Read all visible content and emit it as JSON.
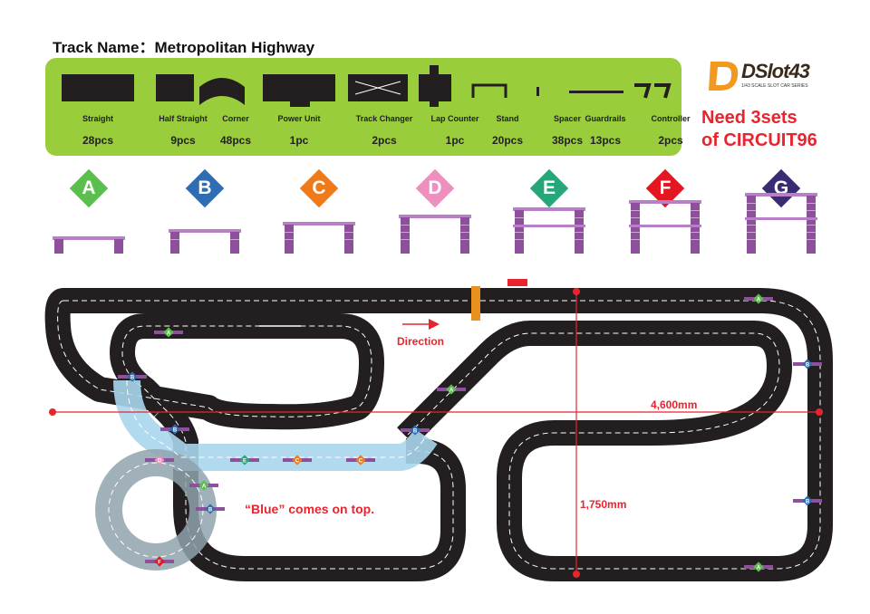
{
  "header": {
    "title": "Track Name：Metropolitan Highway"
  },
  "parts": [
    {
      "name": "Straight",
      "qty": "28pcs",
      "icon": "straight-track-icon"
    },
    {
      "name": "Half Straight",
      "qty": "9pcs",
      "icon": "half-straight-track-icon"
    },
    {
      "name": "Corner",
      "qty": "48pcs",
      "icon": "corner-track-icon"
    },
    {
      "name": "Power Unit",
      "qty": "1pc",
      "icon": "power-unit-icon"
    },
    {
      "name": "Track Changer",
      "qty": "2pcs",
      "icon": "track-changer-icon"
    },
    {
      "name": "Lap Counter",
      "qty": "1pc",
      "icon": "lap-counter-icon"
    },
    {
      "name": "Stand",
      "qty": "20pcs",
      "icon": "stand-icon"
    },
    {
      "name": "Spacer",
      "qty": "38pcs",
      "icon": "spacer-icon"
    },
    {
      "name": "Guardrails",
      "qty": "13pcs",
      "icon": "guardrail-icon"
    },
    {
      "name": "Controller",
      "qty": "2pcs",
      "icon": "controller-icon"
    }
  ],
  "logo": {
    "main": "DSlot43",
    "sub": "1/43 SCALE SLOT CAR SERIES"
  },
  "requirement": {
    "line1": "Need 3sets",
    "line2": "of CIRCUIT96"
  },
  "stands": [
    {
      "letter": "A",
      "color": "#5bbf4e",
      "levels": 1
    },
    {
      "letter": "B",
      "color": "#2e6db4",
      "levels": 2
    },
    {
      "letter": "C",
      "color": "#ee7a1a",
      "levels": 3
    },
    {
      "letter": "D",
      "color": "#ee8fc0",
      "levels": 4
    },
    {
      "letter": "E",
      "color": "#26a77a",
      "levels": 5
    },
    {
      "letter": "F",
      "color": "#e4161f",
      "levels": 6
    },
    {
      "letter": "G",
      "color": "#3b2a74",
      "levels": 7
    }
  ],
  "colors": {
    "panel": "#9acd3c",
    "track": "#231f20",
    "raised_track": "#a9d6ec",
    "stand_purple": "#8e4f9c",
    "dimension_red": "#e8242e"
  },
  "annotations": {
    "direction": "Direction",
    "width": "4,600mm",
    "height": "1,750mm",
    "note": "“Blue”  comes on top."
  },
  "track_markers": [
    "A",
    "B",
    "A",
    "B",
    "A",
    "B",
    "C",
    "D",
    "E",
    "C",
    "C",
    "D",
    "B",
    "F",
    "A",
    "B",
    "B",
    "A"
  ]
}
